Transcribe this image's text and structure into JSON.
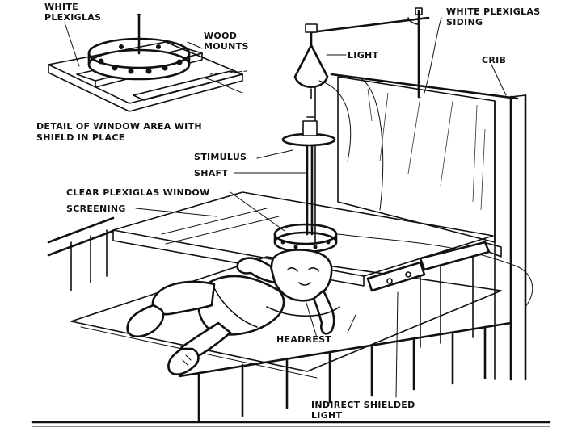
{
  "labels": {
    "white_plexiglas_top": [
      "WHITE",
      "PLEXIGLAS"
    ],
    "wood_mounts": [
      "WOOD",
      "MOUNTS"
    ],
    "detail_caption": [
      "DETAIL OF WINDOW AREA WITH",
      "SHIELD IN PLACE"
    ],
    "light": "LIGHT",
    "white_plexiglas_siding": [
      "WHITE PLEXIGLAS",
      "SIDING"
    ],
    "crib": "CRIB",
    "stimulus": "STIMULUS",
    "shaft": "SHAFT",
    "clear_plexiglas_window": "CLEAR PLEXIGLAS WINDOW",
    "screening": "SCREENING",
    "headrest": "HEADREST",
    "indirect_shielded_light": [
      "INDIRECT SHIELDED",
      "LIGHT"
    ]
  }
}
